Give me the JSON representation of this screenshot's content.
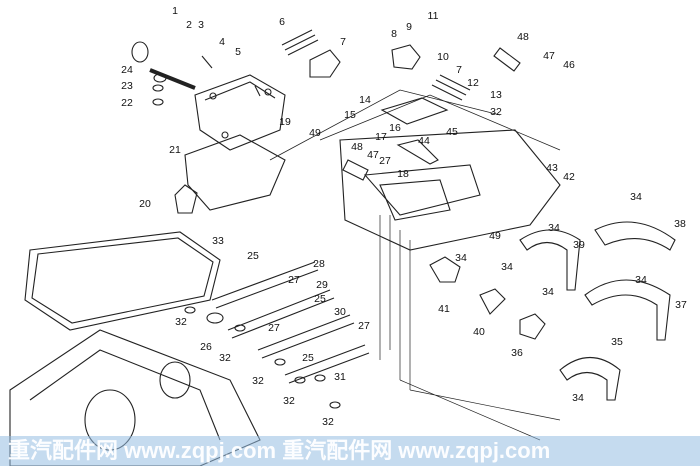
{
  "diagram": {
    "callouts": [
      "1",
      "2",
      "3",
      "4",
      "5",
      "24",
      "23",
      "22",
      "6",
      "7",
      "8",
      "9",
      "10",
      "11",
      "7",
      "12",
      "13",
      "32",
      "48",
      "47",
      "46",
      "14",
      "15",
      "16",
      "49",
      "17",
      "45",
      "44",
      "48",
      "47",
      "27",
      "18",
      "19",
      "21",
      "20",
      "43",
      "42",
      "34",
      "38",
      "34",
      "39",
      "49",
      "34",
      "33",
      "25",
      "28",
      "27",
      "29",
      "25",
      "34",
      "34",
      "37",
      "34",
      "41",
      "40",
      "30",
      "27",
      "27",
      "32",
      "26",
      "32",
      "25",
      "35",
      "36",
      "31",
      "32",
      "32",
      "32",
      "34"
    ]
  },
  "watermark": {
    "text": "重汽配件网 www.zqpj.com  重汽配件网 www.zqpj.com"
  },
  "colors": {
    "line": "#222222",
    "watermark_band": "#96bee1"
  }
}
